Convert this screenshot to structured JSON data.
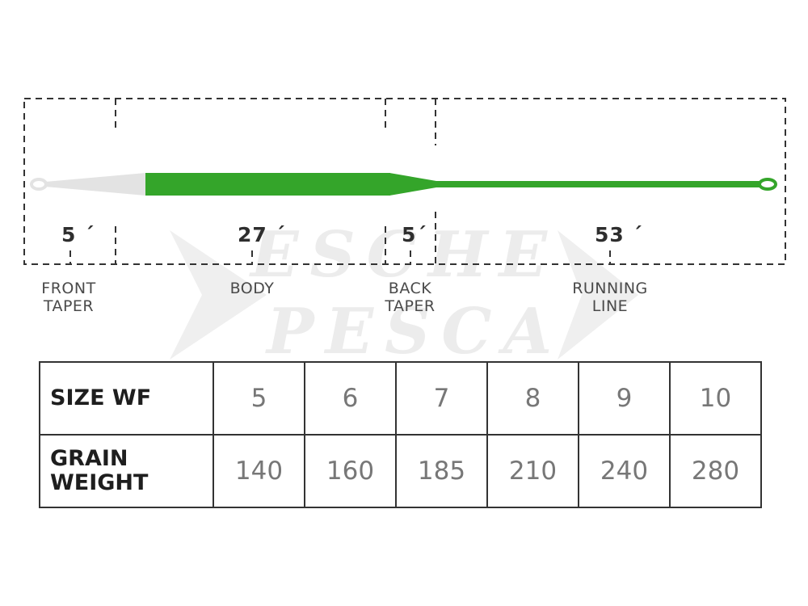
{
  "segments": [
    {
      "length": "5 ´",
      "name": "FRONT\nTAPER"
    },
    {
      "length": "27 ´",
      "name": "BODY"
    },
    {
      "length": "5´",
      "name": "BACK\nTAPER"
    },
    {
      "length": "53 ´",
      "name": "RUNNING\nLINE"
    }
  ],
  "colors": {
    "body": "#34a52a",
    "front_taper": "#e3e3e3",
    "dash": "#333333"
  },
  "watermark": {
    "line1": "ESCHE",
    "line2": "PESCA"
  },
  "table": {
    "rows": [
      {
        "head": "SIZE WF",
        "values": [
          "5",
          "6",
          "7",
          "8",
          "9",
          "10"
        ]
      },
      {
        "head": "GRAIN\nWEIGHT",
        "values": [
          "140",
          "160",
          "185",
          "210",
          "240",
          "280"
        ]
      }
    ]
  }
}
